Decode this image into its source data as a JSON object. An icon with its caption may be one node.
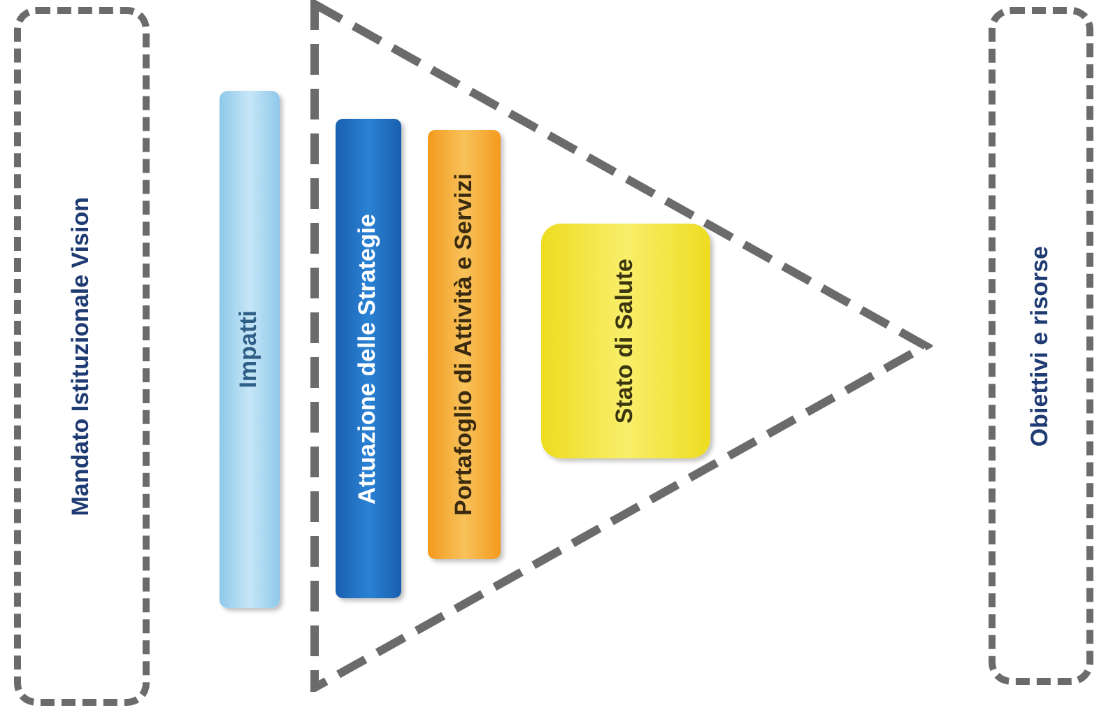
{
  "diagram": {
    "nodes": [
      {
        "text": [
          "Mandato Istituzionale Vision"
        ]
      },
      {
        "text": [
          "Impatti"
        ]
      },
      {
        "text": [],
        "shape": "triangle"
      },
      {
        "text": [
          "Attuazione delle Strategie"
        ],
        "in": 2
      },
      {
        "text": [
          "Portafoglio di Attività e Servizi"
        ],
        "in": 2
      },
      {
        "text": [
          "Stato di Salute"
        ],
        "in": 2
      },
      {
        "text": [
          "Obiettivi e risorse"
        ]
      }
    ],
    "edges": []
  }
}
